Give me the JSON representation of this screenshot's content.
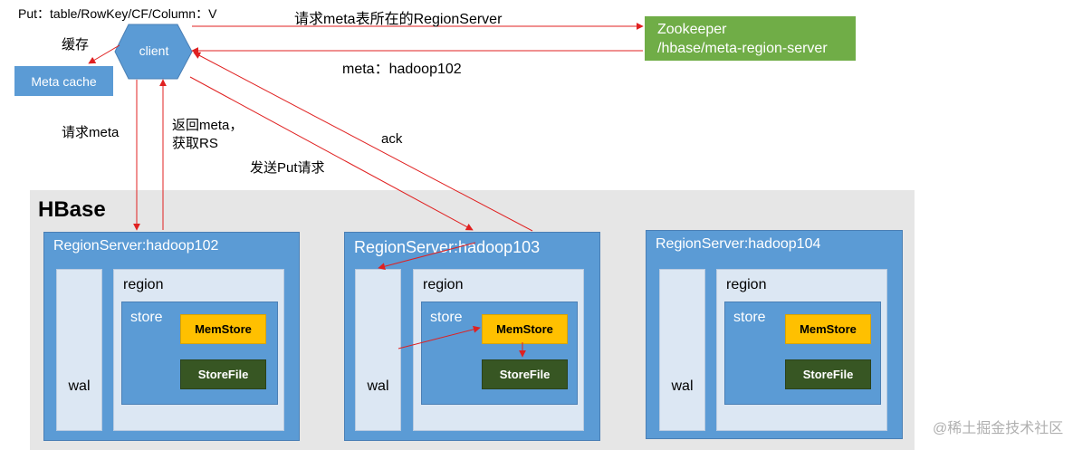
{
  "top_label": "Put：table/RowKey/CF/Column：V",
  "client": {
    "label": "client"
  },
  "cache_label": "缓存",
  "meta_cache": {
    "label": "Meta cache"
  },
  "zookeeper": {
    "line1": "Zookeeper",
    "line2": "/hbase/meta-region-server"
  },
  "arrows": {
    "request_meta_regionserver": "请求meta表所在的RegionServer",
    "meta_response": "meta：hadoop102",
    "request_meta": "请求meta",
    "return_meta_line1": "返回meta，",
    "return_meta_line2": "获取RS",
    "send_put": "发送Put请求",
    "ack": "ack"
  },
  "hbase": {
    "title": "HBase"
  },
  "region_servers": [
    {
      "title": "RegionServer:hadoop102",
      "wal": "wal",
      "region": "region",
      "store": "store",
      "memstore": "MemStore",
      "storefile": "StoreFile"
    },
    {
      "title": "RegionServer:hadoop103",
      "wal": "wal",
      "region": "region",
      "store": "store",
      "memstore": "MemStore",
      "storefile": "StoreFile"
    },
    {
      "title": "RegionServer:hadoop104",
      "wal": "wal",
      "region": "region",
      "store": "store",
      "memstore": "MemStore",
      "storefile": "StoreFile"
    }
  ],
  "watermark": "@稀土掘金技术社区",
  "colors": {
    "arrow": "#e02020",
    "box_blue": "#5b9bd5",
    "box_light": "#dce7f3",
    "memstore": "#ffc000",
    "storefile": "#375623",
    "zookeeper": "#70ad47",
    "hbase_bg": "#e6e6e6"
  }
}
